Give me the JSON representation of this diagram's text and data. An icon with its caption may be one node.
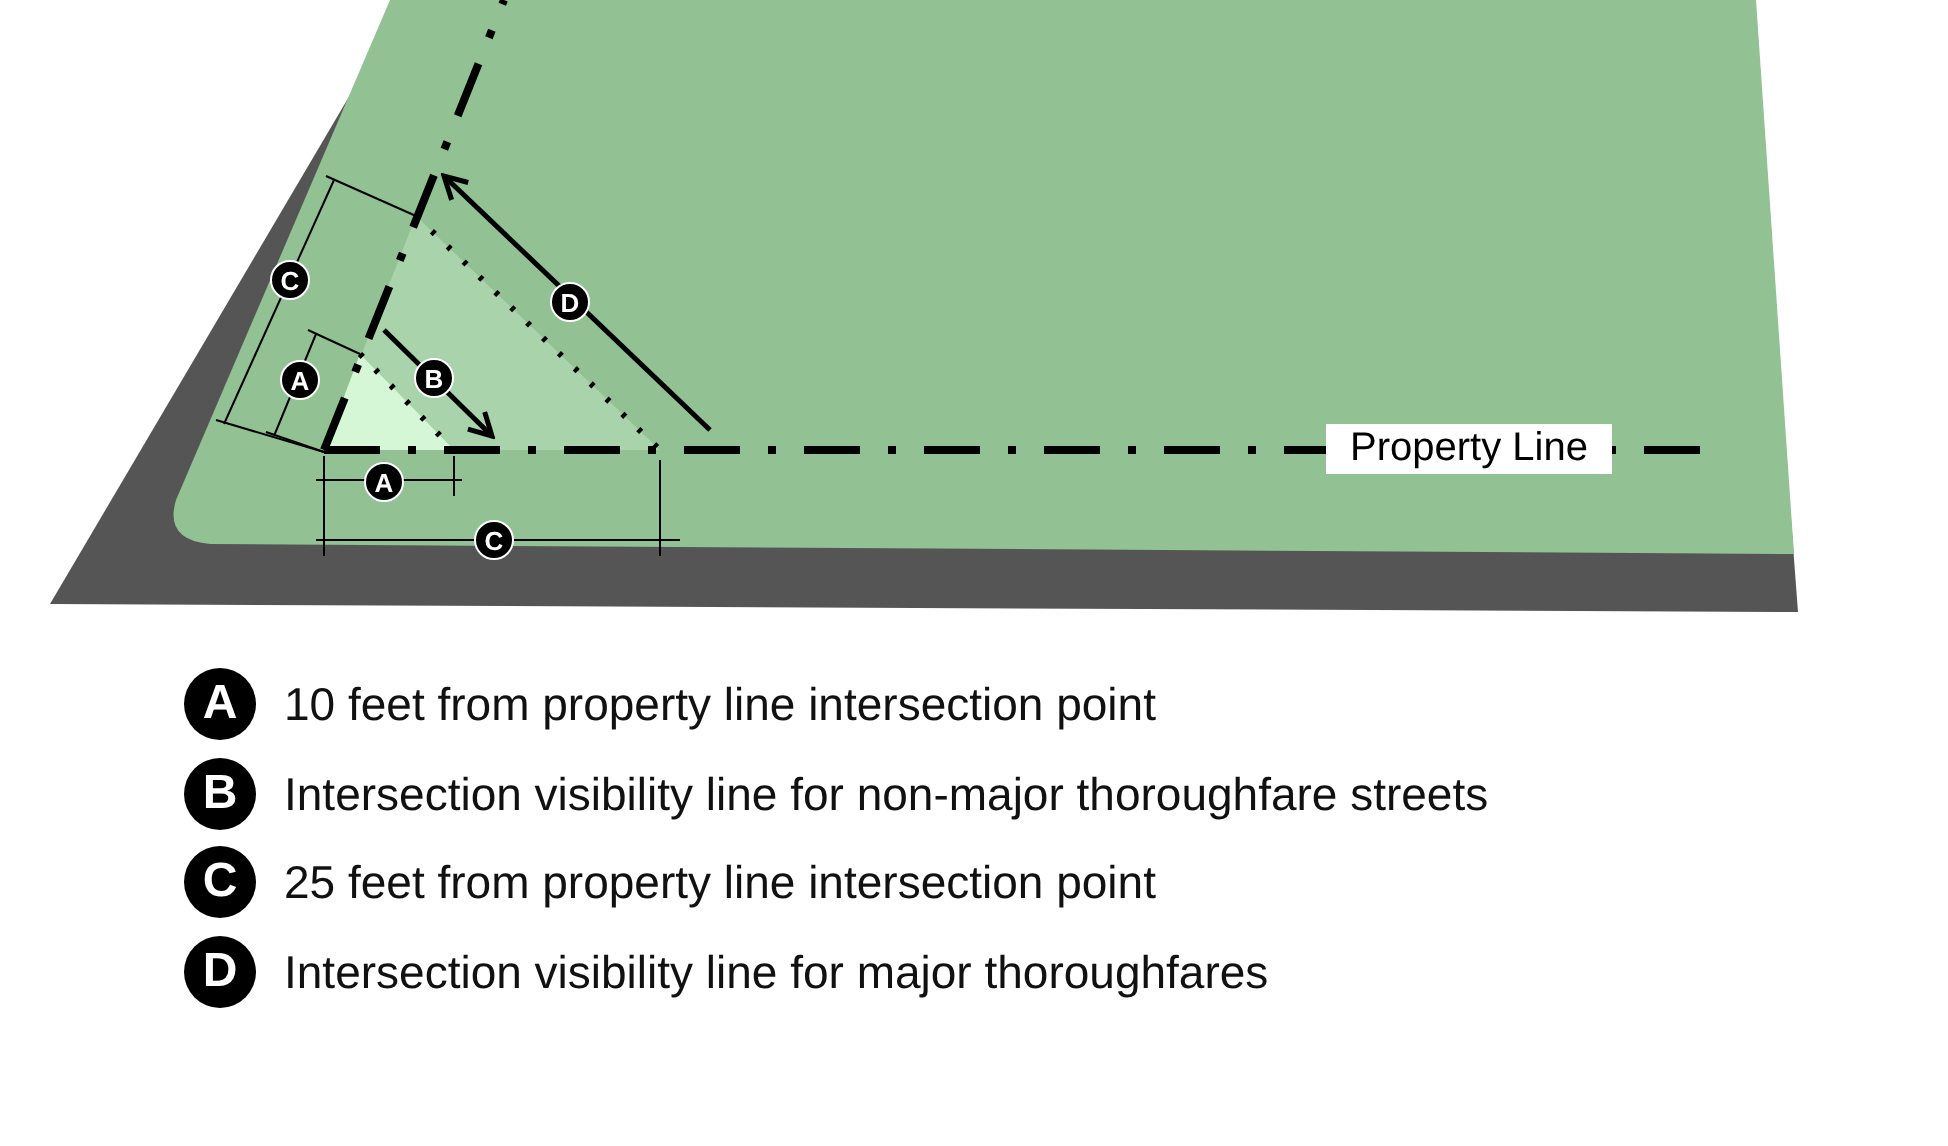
{
  "diagram": {
    "labels": [
      "C",
      "D",
      "B",
      "A",
      "Property Line",
      "A",
      "C",
      "A",
      "B",
      "C",
      "D"
    ],
    "legend": [
      {
        "text": "10 feet from property line intersection point"
      },
      {
        "text": "Intersection visibility line for non-major thoroughfare streets"
      },
      {
        "text": "25 feet from property line intersection point"
      },
      {
        "text": "Intersection visibility line for major thoroughfares"
      }
    ]
  }
}
